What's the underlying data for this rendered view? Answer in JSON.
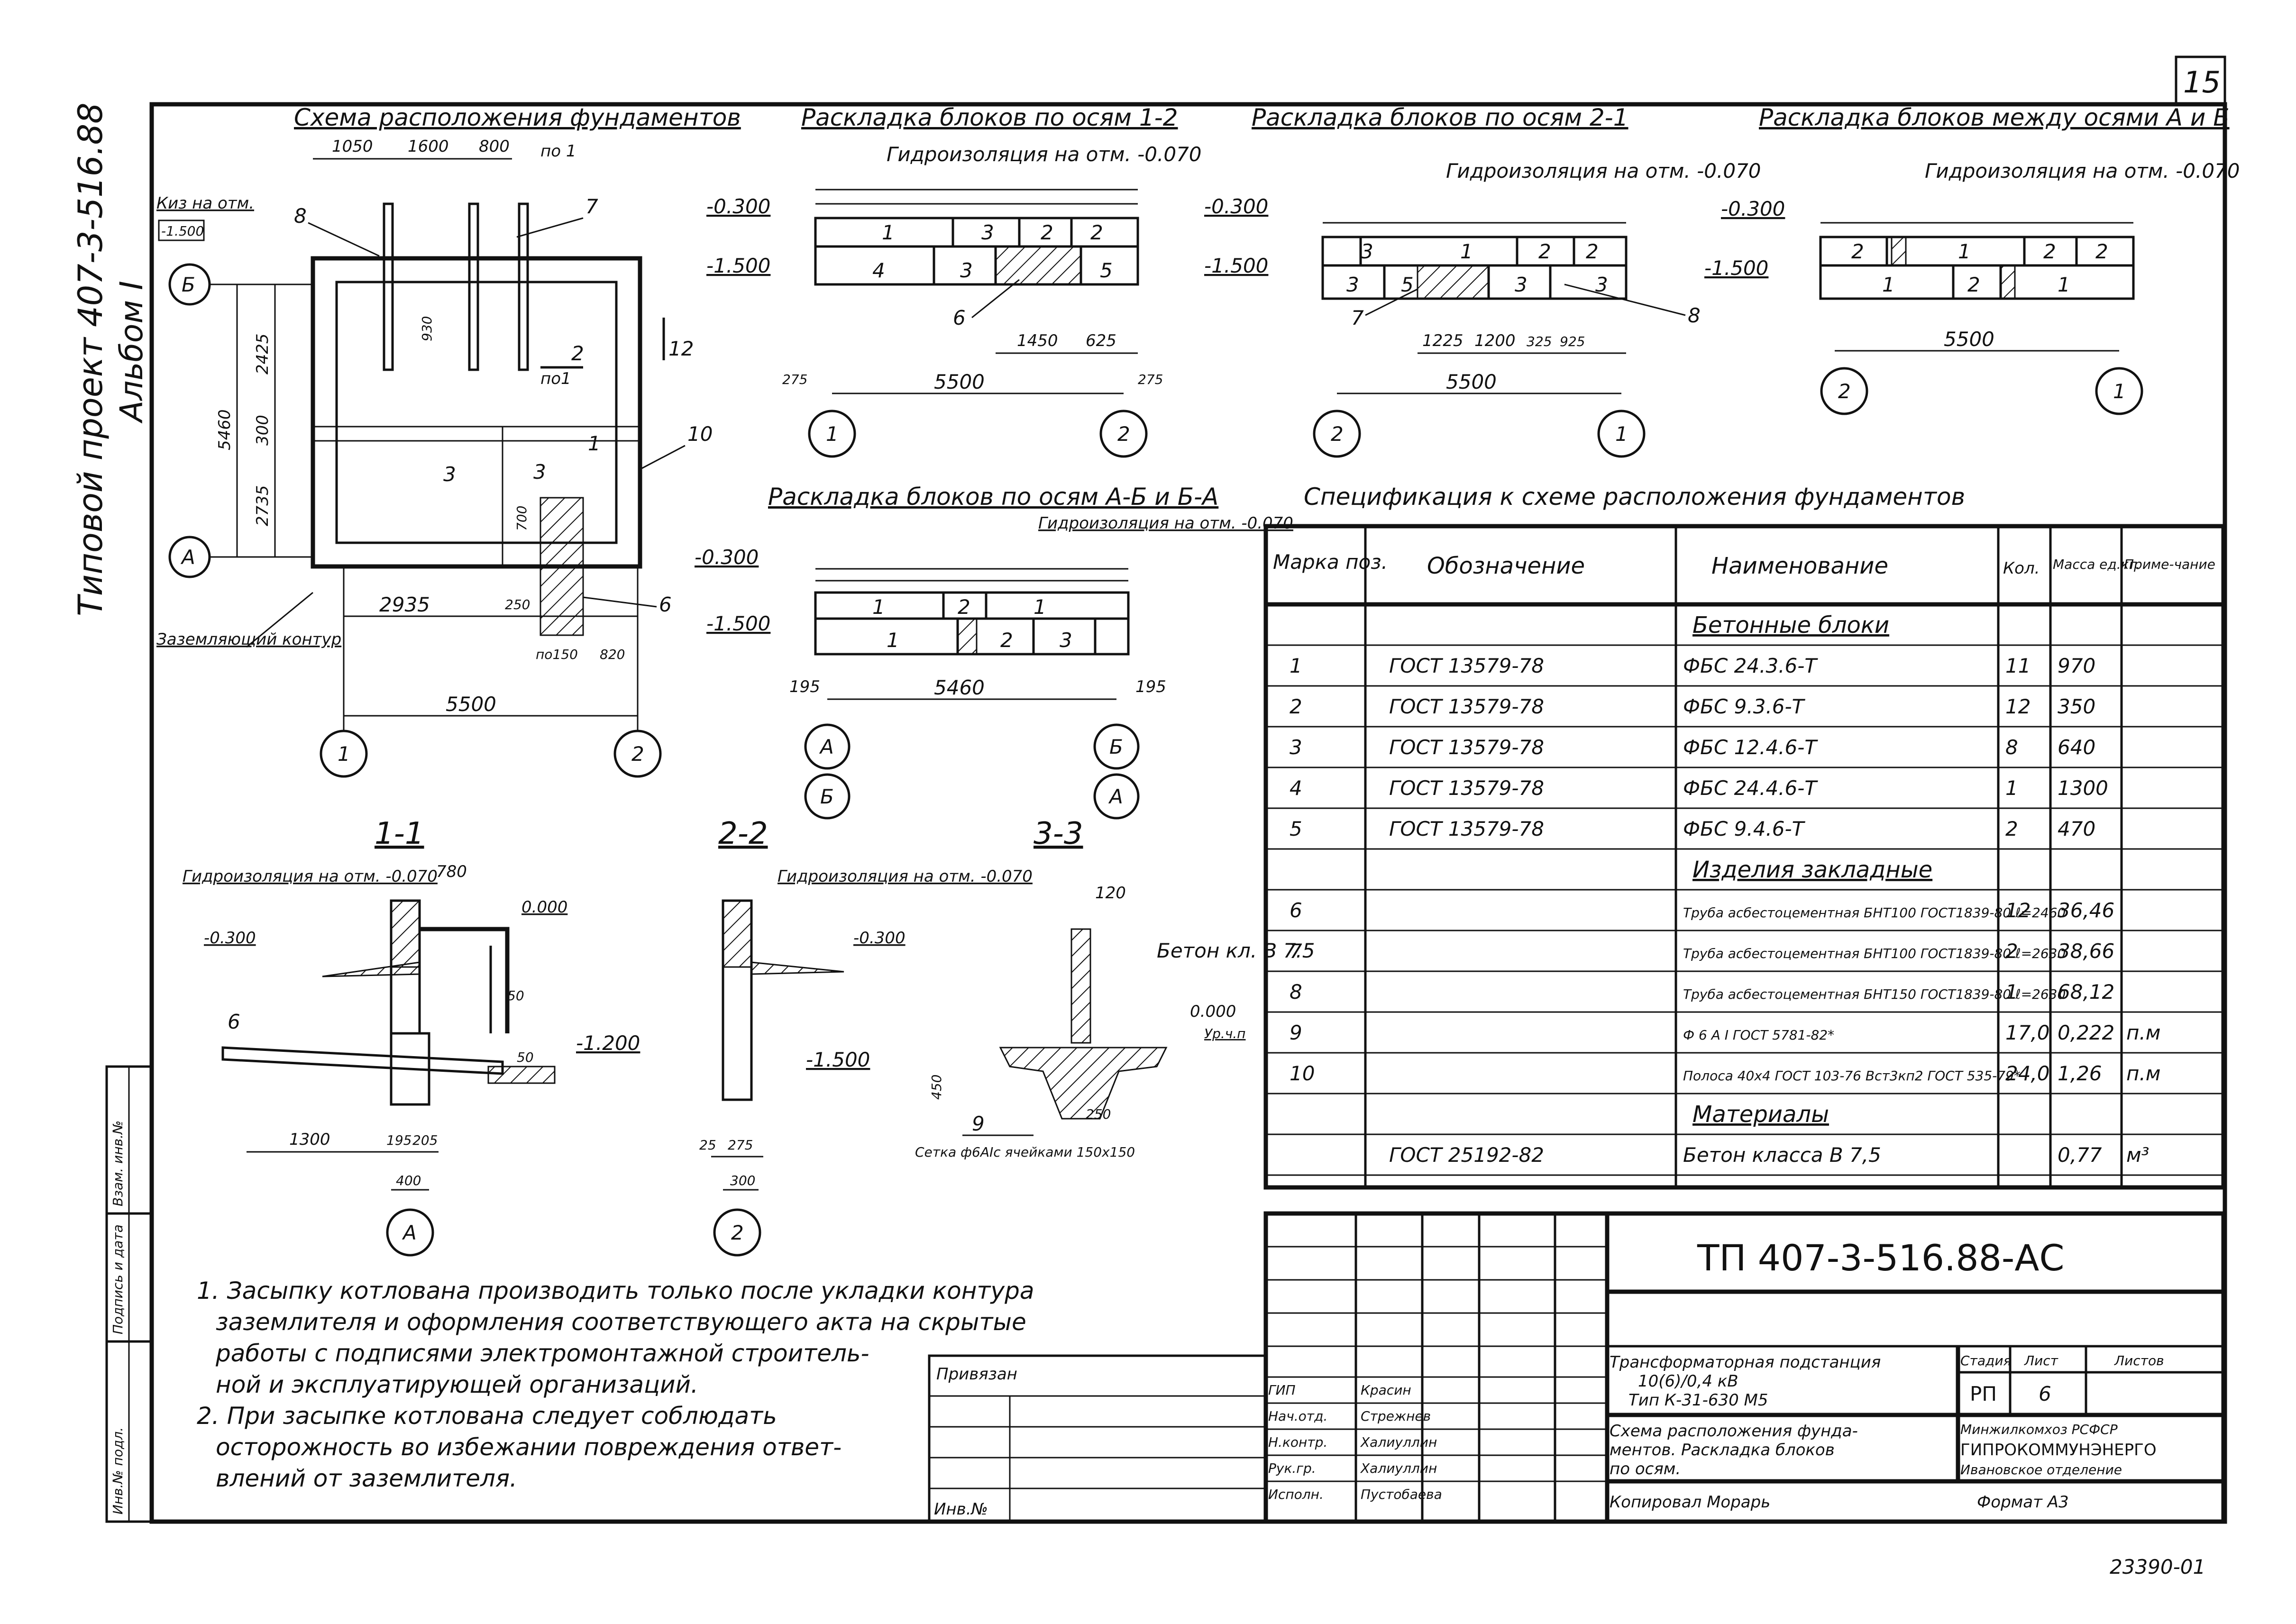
{
  "sheet_number": "15",
  "side_text": {
    "line1": "Типовой проект 407-3-516.88",
    "line2": "Альбом I"
  },
  "views": {
    "plan": {
      "title": "Схема расположения фундаментов",
      "dims_top": [
        "1050",
        "1600",
        "800"
      ],
      "label_po1": "по 1",
      "kiz_label": "Киз на отм.",
      "kiz_mark": "-1.500",
      "callout_8": "8",
      "callout_7": "7",
      "callout_10": "10",
      "callout_6": "6",
      "axis_B": "Б",
      "axis_A": "А",
      "axis_1": "1",
      "axis_2": "2",
      "dims_left": [
        "2425",
        "300",
        "2735"
      ],
      "dim_total_v": "5460",
      "dim_930": "930",
      "dim_700": "700",
      "sec_2": "2",
      "sec_1": "1",
      "sec_3": "3",
      "sec_12": "12",
      "sec_po1": "по1",
      "dim_2935": "2935",
      "dim_250": "250",
      "dim_bottom": [
        "по150",
        "820"
      ],
      "dim_5500": "5500",
      "ground_loop": "Заземляющий контур"
    },
    "layout_1_2": {
      "title": "Раскладка блоков по осям 1-2",
      "hydro": "Гидроизоляция на отм. -0.070",
      "lvl1": "-0.300",
      "lvl2": "-1.500",
      "row1": [
        "1",
        "3",
        "2",
        "2"
      ],
      "row2": [
        "4",
        "3",
        "5"
      ],
      "callout": "6",
      "dims": [
        "1450",
        "625"
      ],
      "edge_l": "275",
      "edge_r": "275",
      "total": "5500",
      "axis_l": "1",
      "axis_r": "2"
    },
    "layout_2_1": {
      "title": "Раскладка блоков по осям 2-1",
      "hydro": "Гидроизоляция на отм. -0.070",
      "lvl1": "-0.300",
      "lvl2": "-1.500",
      "row1": [
        "3",
        "1",
        "2",
        "2"
      ],
      "row2": [
        "3",
        "5",
        "3",
        "3"
      ],
      "callout_l": "7",
      "callout_r": "8",
      "dims": [
        "1225",
        "1200",
        "325",
        "925"
      ],
      "total": "5500",
      "axis_l": "2",
      "axis_r": "1"
    },
    "layout_AB": {
      "title": "Раскладка блоков между осями А и Б",
      "hydro": "Гидроизоляция на отм. -0.070",
      "lvl1": "-0.300",
      "lvl2": "-1.500",
      "row1": [
        "2",
        "1",
        "2",
        "2"
      ],
      "row2": [
        "1",
        "2",
        "1"
      ],
      "total": "5500",
      "axis_l": "2",
      "axis_r": "1"
    },
    "layout_A_B": {
      "title": "Раскладка блоков по осям А-Б и Б-А",
      "hydro": "Гидроизоляция на отм. -0.070",
      "lvl1": "-0.300",
      "lvl2": "-1.500",
      "row1": [
        "1",
        "2",
        "1"
      ],
      "row2": [
        "1",
        "2",
        "3"
      ],
      "edge_l": "195",
      "edge_r": "195",
      "total": "5460",
      "axis_l_top": "А",
      "axis_l_bot": "Б",
      "axis_r_top": "Б",
      "axis_r_bot": "А"
    },
    "sec_1_1": {
      "title": "1-1",
      "hydro": "Гидроизоляция на отм. -0.070",
      "dim_780": "780",
      "lvl_000": "0.000",
      "lvl_300": "-0.300",
      "dim_50a": "50",
      "dim_50b": "50",
      "callout": "6",
      "lvl_1200": "-1.200",
      "dims_bottom": [
        "1300",
        "195",
        "205"
      ],
      "dim_400": "400",
      "axis": "А"
    },
    "sec_2_2": {
      "title": "2-2",
      "hydro": "Гидроизоляция на отм. -0.070",
      "lvl_300": "-0.300",
      "lvl_1500": "-1.500",
      "dims": [
        "25",
        "275"
      ],
      "dim_300": "300",
      "axis": "2"
    },
    "sec_3_3": {
      "title": "3-3",
      "dim_120": "120",
      "concrete": "Бетон кл. В 7.5",
      "lvl_000": "0.000",
      "lvl_ur": "Ур.ч.п",
      "dim_450": "450",
      "dim_250": "250",
      "callout": "9",
      "mesh": "Сетка ф6АIс ячейками 150х150"
    }
  },
  "spec": {
    "title": "Спецификация к схеме расположения фундаментов",
    "headers": [
      "Марка поз.",
      "Обозначение",
      "Наименование",
      "Кол.",
      "Масса ед.кг.",
      "Приме-чание"
    ],
    "group1": "Бетонные блоки",
    "rows1": [
      [
        "1",
        "ГОСТ 13579-78",
        "ФБС 24.3.6-Т",
        "11",
        "970",
        ""
      ],
      [
        "2",
        "ГОСТ 13579-78",
        "ФБС 9.3.6-Т",
        "12",
        "350",
        ""
      ],
      [
        "3",
        "ГОСТ 13579-78",
        "ФБС 12.4.6-Т",
        "8",
        "640",
        ""
      ],
      [
        "4",
        "ГОСТ 13579-78",
        "ФБС 24.4.6-Т",
        "1",
        "1300",
        ""
      ],
      [
        "5",
        "ГОСТ 13579-78",
        "ФБС 9.4.6-Т",
        "2",
        "470",
        ""
      ]
    ],
    "group2": "Изделия закладные",
    "rows2": [
      [
        "6",
        "",
        "Труба асбестоцементная БНТ100 ГОСТ1839-80 ℓ=2460",
        "12",
        "36,46",
        ""
      ],
      [
        "7",
        "",
        "Труба асбестоцементная БНТ100 ГОСТ1839-80 ℓ=2630",
        "2",
        "38,66",
        ""
      ],
      [
        "8",
        "",
        "Труба асбестоцементная БНТ150 ГОСТ1839-80 ℓ=2630",
        "1",
        "68,12",
        ""
      ],
      [
        "9",
        "",
        "Ф 6 А I ГОСТ 5781-82*",
        "17,0",
        "0,222",
        "п.м"
      ],
      [
        "10",
        "",
        "Полоса 40х4 ГОСТ 103-76 Вст3кп2 ГОСТ 535-79*",
        "24,0",
        "1,26",
        "п.м"
      ]
    ],
    "group3": "Материалы",
    "rows3": [
      [
        "",
        "ГОСТ 25192-82",
        "Бетон класса В 7,5",
        "",
        "0,77",
        "м³"
      ]
    ]
  },
  "notes": [
    "1. Засыпку котлована производить только после укладки контура",
    "заземлителя и оформления соответствующего акта на скрытые",
    "работы с подписями электромонтажной строитель-",
    "ной и эксплуатирующей организаций.",
    "2. При засыпке котлована следует соблюдать",
    "осторожность во избежании повреждения ответ-",
    "влений от заземлителя."
  ],
  "left_strip": [
    "Инв.№ подл.",
    "Подпись и дата",
    "Взам. инв.№"
  ],
  "binding": {
    "label": "Привязан",
    "inv": "Инв.№"
  },
  "title_block": {
    "code": "ТП  407-3-516.88-АС",
    "object": [
      "Трансформаторная подстанция",
      "10(6)/0,4 кВ",
      "Тип К-31-630 М5"
    ],
    "sheet_title": [
      "Схема расположения фунда-",
      "ментов. Раскладка блоков",
      "по осям."
    ],
    "stage_hdr": "Стадия",
    "sheet_hdr": "Лист",
    "sheets_hdr": "Листов",
    "stage": "РП",
    "sheet": "6",
    "org": [
      "Минжилкомхоз РСФСР",
      "ГИПРОКОММУНЭНЕРГО",
      "Ивановское отделение"
    ],
    "roles": [
      [
        "ГИП",
        "Красин"
      ],
      [
        "Нач.отд.",
        "Стрежнев"
      ],
      [
        "Н.контр.",
        "Халиуллин"
      ],
      [
        "Рук.гр.",
        "Халиуллин"
      ],
      [
        "Исполн.",
        "Пустобаева"
      ]
    ],
    "copied": "Копировал  Морарь",
    "format": "Формат А3"
  },
  "stamp_number": "23390-01"
}
